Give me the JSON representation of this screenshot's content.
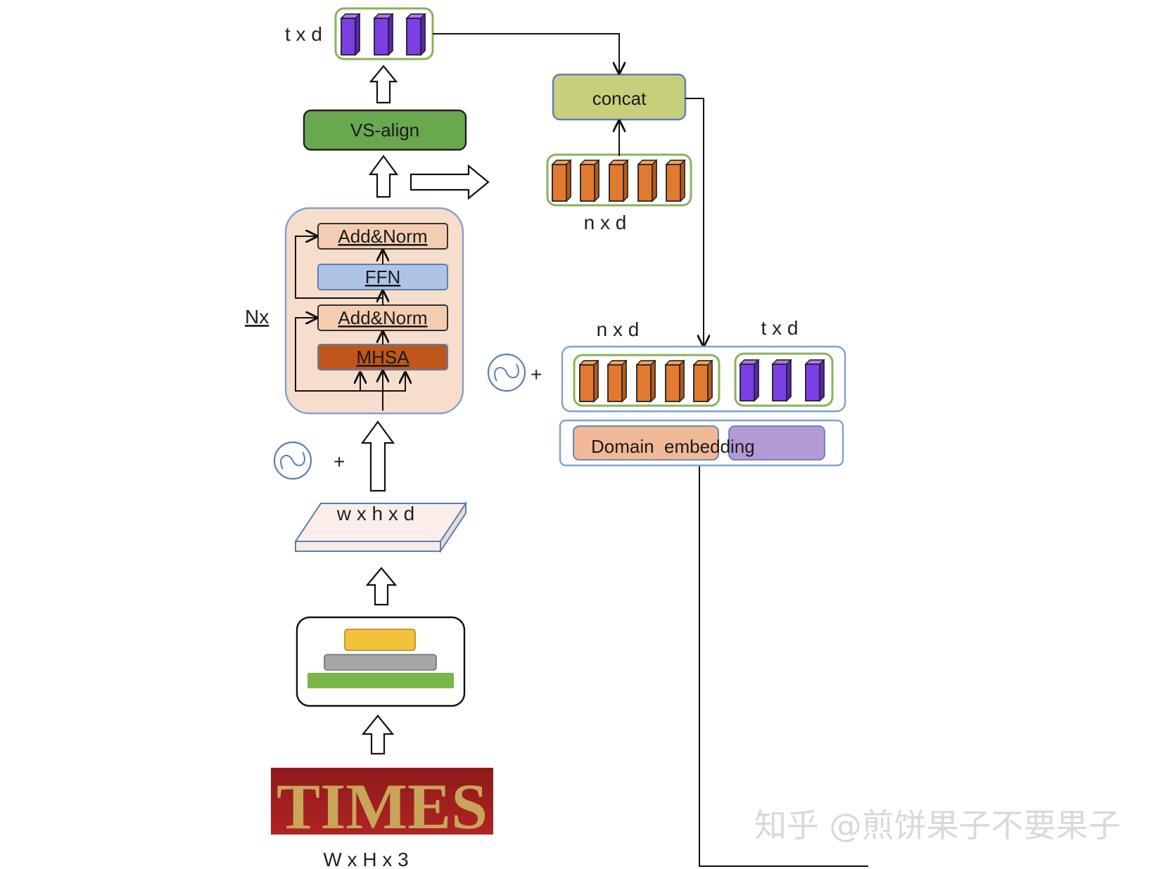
{
  "diagram": {
    "vs_align_label": "VS-align",
    "concat_label": "concat",
    "add_norm_top_label": "Add&Norm",
    "ffn_label": "FFN",
    "add_norm_bottom_label": "Add&Norm",
    "mhsa_label": "MHSA",
    "nx_label": "Nx",
    "feature_map_label": "w x h x d",
    "input_size_label": "W x H x 3",
    "input_image_text": "TIMES",
    "top_tokens_label": "t x d",
    "orange_tokens_label": "n x d",
    "combined_orange_label": "n x d",
    "combined_purple_label": "t x d",
    "domain_embedding_label": "Domain  embedding",
    "plus_sign": "+",
    "watermark": "知乎 @煎饼果子不要果子"
  },
  "colors": {
    "purple_token": "#7b3fe4",
    "orange_token": "#e07a30",
    "vs_align": "#6aa84f",
    "concat": "#c8cf7a",
    "add_norm": "#f4cdb0",
    "ffn": "#aec4e6",
    "mhsa": "#c0561a",
    "transformer_bg": "#f7ddcc",
    "domain_orange": "#f0b896",
    "domain_purple": "#b49ad4",
    "token_frame": "#8ab25a",
    "cnn_top": "#f2c23c",
    "cnn_mid": "#a6a6a6",
    "cnn_bottom": "#7ab648"
  }
}
